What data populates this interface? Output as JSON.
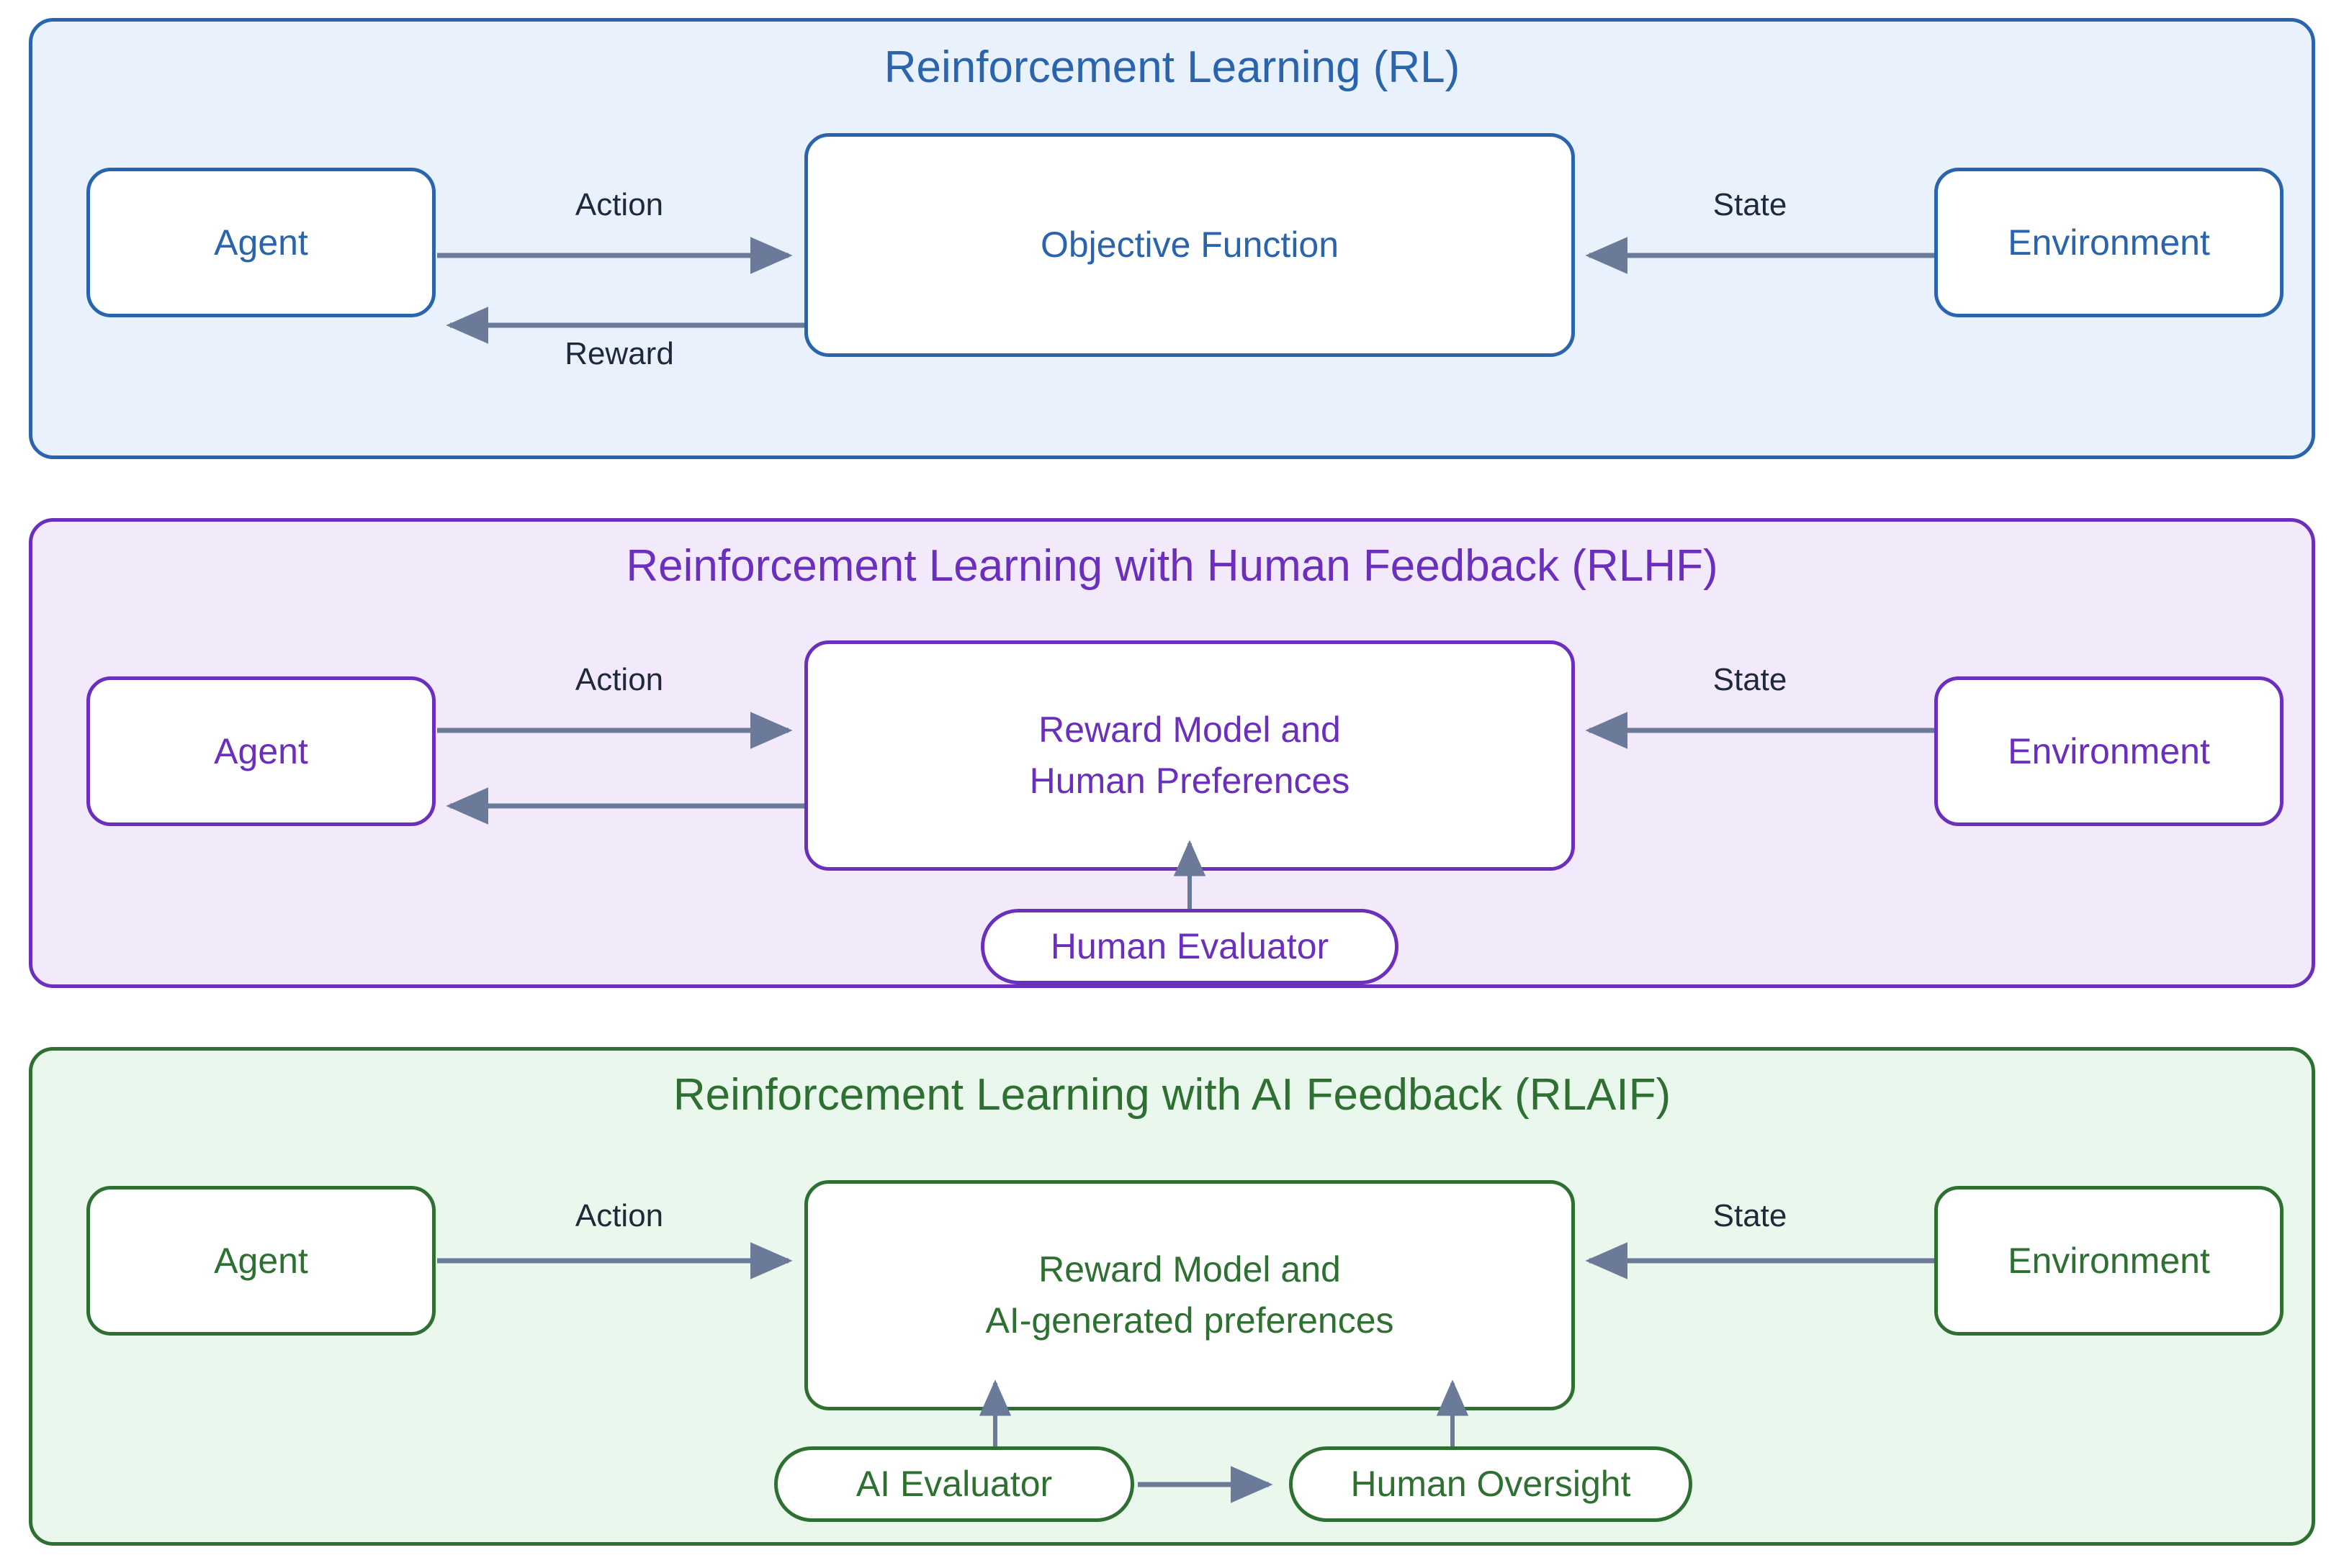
{
  "diagram": {
    "type": "flowchart",
    "panels": [
      {
        "id": "rl",
        "title": "Reinforcement Learning (RL)",
        "accent": "#2a64ad",
        "fill": "#e8f1fc",
        "nodes": [
          {
            "id": "rl-agent",
            "label": "Agent",
            "shape": "rounded"
          },
          {
            "id": "rl-objective",
            "label": "Objective Function",
            "shape": "rounded"
          },
          {
            "id": "rl-environment",
            "label": "Environment",
            "shape": "rounded"
          }
        ],
        "edges": [
          {
            "id": "rl-action",
            "from": "rl-agent",
            "to": "rl-objective",
            "label": "Action"
          },
          {
            "id": "rl-reward",
            "from": "rl-objective",
            "to": "rl-agent",
            "label": "Reward"
          },
          {
            "id": "rl-state",
            "from": "rl-environment",
            "to": "rl-objective",
            "label": "State"
          }
        ]
      },
      {
        "id": "rlhf",
        "title": "Reinforcement Learning with Human Feedback (RLHF)",
        "accent": "#6b2fbd",
        "fill": "#f2e9fb",
        "nodes": [
          {
            "id": "rlhf-agent",
            "label": "Agent",
            "shape": "rounded"
          },
          {
            "id": "rlhf-reward-model",
            "label_line1": "Reward Model and",
            "label_line2": "Human Preferences",
            "shape": "rounded"
          },
          {
            "id": "rlhf-environment",
            "label": "Environment",
            "shape": "rounded"
          },
          {
            "id": "rlhf-human-evaluator",
            "label": "Human Evaluator",
            "shape": "stadium"
          }
        ],
        "edges": [
          {
            "id": "rlhf-action",
            "from": "rlhf-agent",
            "to": "rlhf-reward-model",
            "label": "Action"
          },
          {
            "id": "rlhf-feedback",
            "from": "rlhf-reward-model",
            "to": "rlhf-agent",
            "label": ""
          },
          {
            "id": "rlhf-state",
            "from": "rlhf-environment",
            "to": "rlhf-reward-model",
            "label": "State"
          },
          {
            "id": "rlhf-evaluator-edge",
            "from": "rlhf-human-evaluator",
            "to": "rlhf-reward-model",
            "label": ""
          }
        ]
      },
      {
        "id": "rlaif",
        "title": "Reinforcement Learning with AI Feedback (RLAIF)",
        "accent": "#2e7031",
        "fill": "#eaf7ec",
        "nodes": [
          {
            "id": "rlaif-agent",
            "label": "Agent",
            "shape": "rounded"
          },
          {
            "id": "rlaif-reward-model",
            "label_line1": "Reward Model and",
            "label_line2": "AI-generated preferences",
            "shape": "rounded"
          },
          {
            "id": "rlaif-environment",
            "label": "Environment",
            "shape": "rounded"
          },
          {
            "id": "rlaif-ai-evaluator",
            "label": "AI Evaluator",
            "shape": "stadium"
          },
          {
            "id": "rlaif-human-oversight",
            "label": "Human Oversight",
            "shape": "stadium"
          }
        ],
        "edges": [
          {
            "id": "rlaif-action",
            "from": "rlaif-agent",
            "to": "rlaif-reward-model",
            "label": "Action"
          },
          {
            "id": "rlaif-state",
            "from": "rlaif-environment",
            "to": "rlaif-reward-model",
            "label": "State"
          },
          {
            "id": "rlaif-ai-edge",
            "from": "rlaif-ai-evaluator",
            "to": "rlaif-reward-model",
            "label": ""
          },
          {
            "id": "rlaif-oversight-edge",
            "from": "rlaif-human-oversight",
            "to": "rlaif-reward-model",
            "label": ""
          },
          {
            "id": "rlaif-ai-to-oversight",
            "from": "rlaif-ai-evaluator",
            "to": "rlaif-human-oversight",
            "label": ""
          }
        ]
      }
    ],
    "colors": {
      "arrow": "#6b7a99",
      "edge_label_text": "#1f2937",
      "page_background": "#ffffff"
    }
  }
}
